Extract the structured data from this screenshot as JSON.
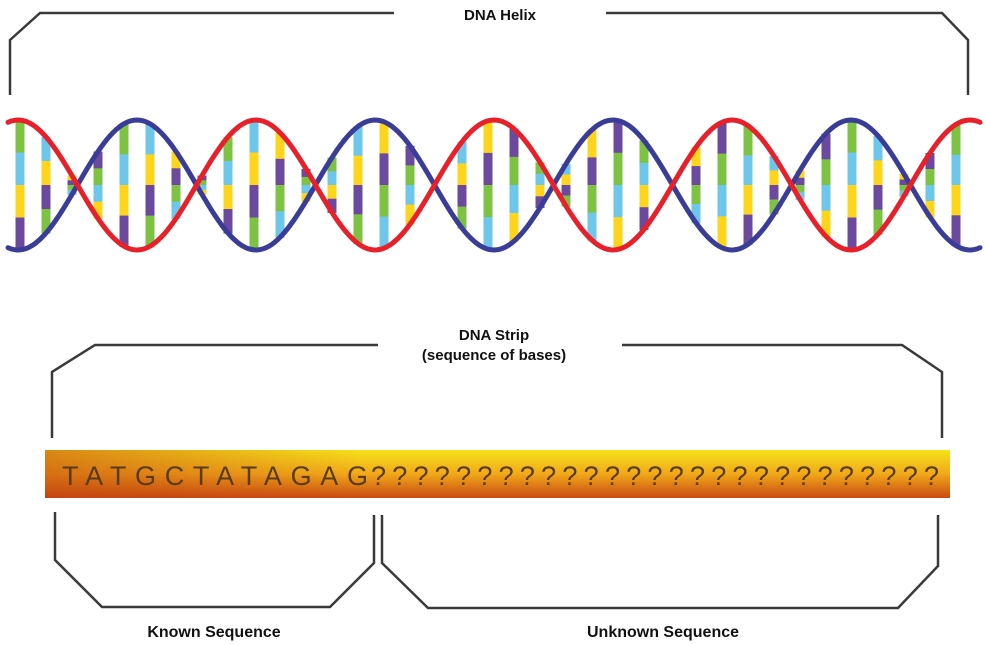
{
  "helix": {
    "title": "DNA Helix",
    "strand_a_color": "#e8202a",
    "strand_b_color": "#3a3d98",
    "base_colors": [
      "#7dc242",
      "#6ec6ea",
      "#ffd51c",
      "#6b4a9e"
    ]
  },
  "strip": {
    "title_line1": "DNA Strip",
    "title_line2": "(sequence of bases)",
    "known_bases": "TATGCTATAGAG",
    "unknown_bases": "???????????????????????????",
    "gradient_top": "#f6e21a",
    "gradient_bottom": "#c94a12"
  },
  "labels": {
    "known": "Known Sequence",
    "unknown": "Unknown Sequence"
  }
}
